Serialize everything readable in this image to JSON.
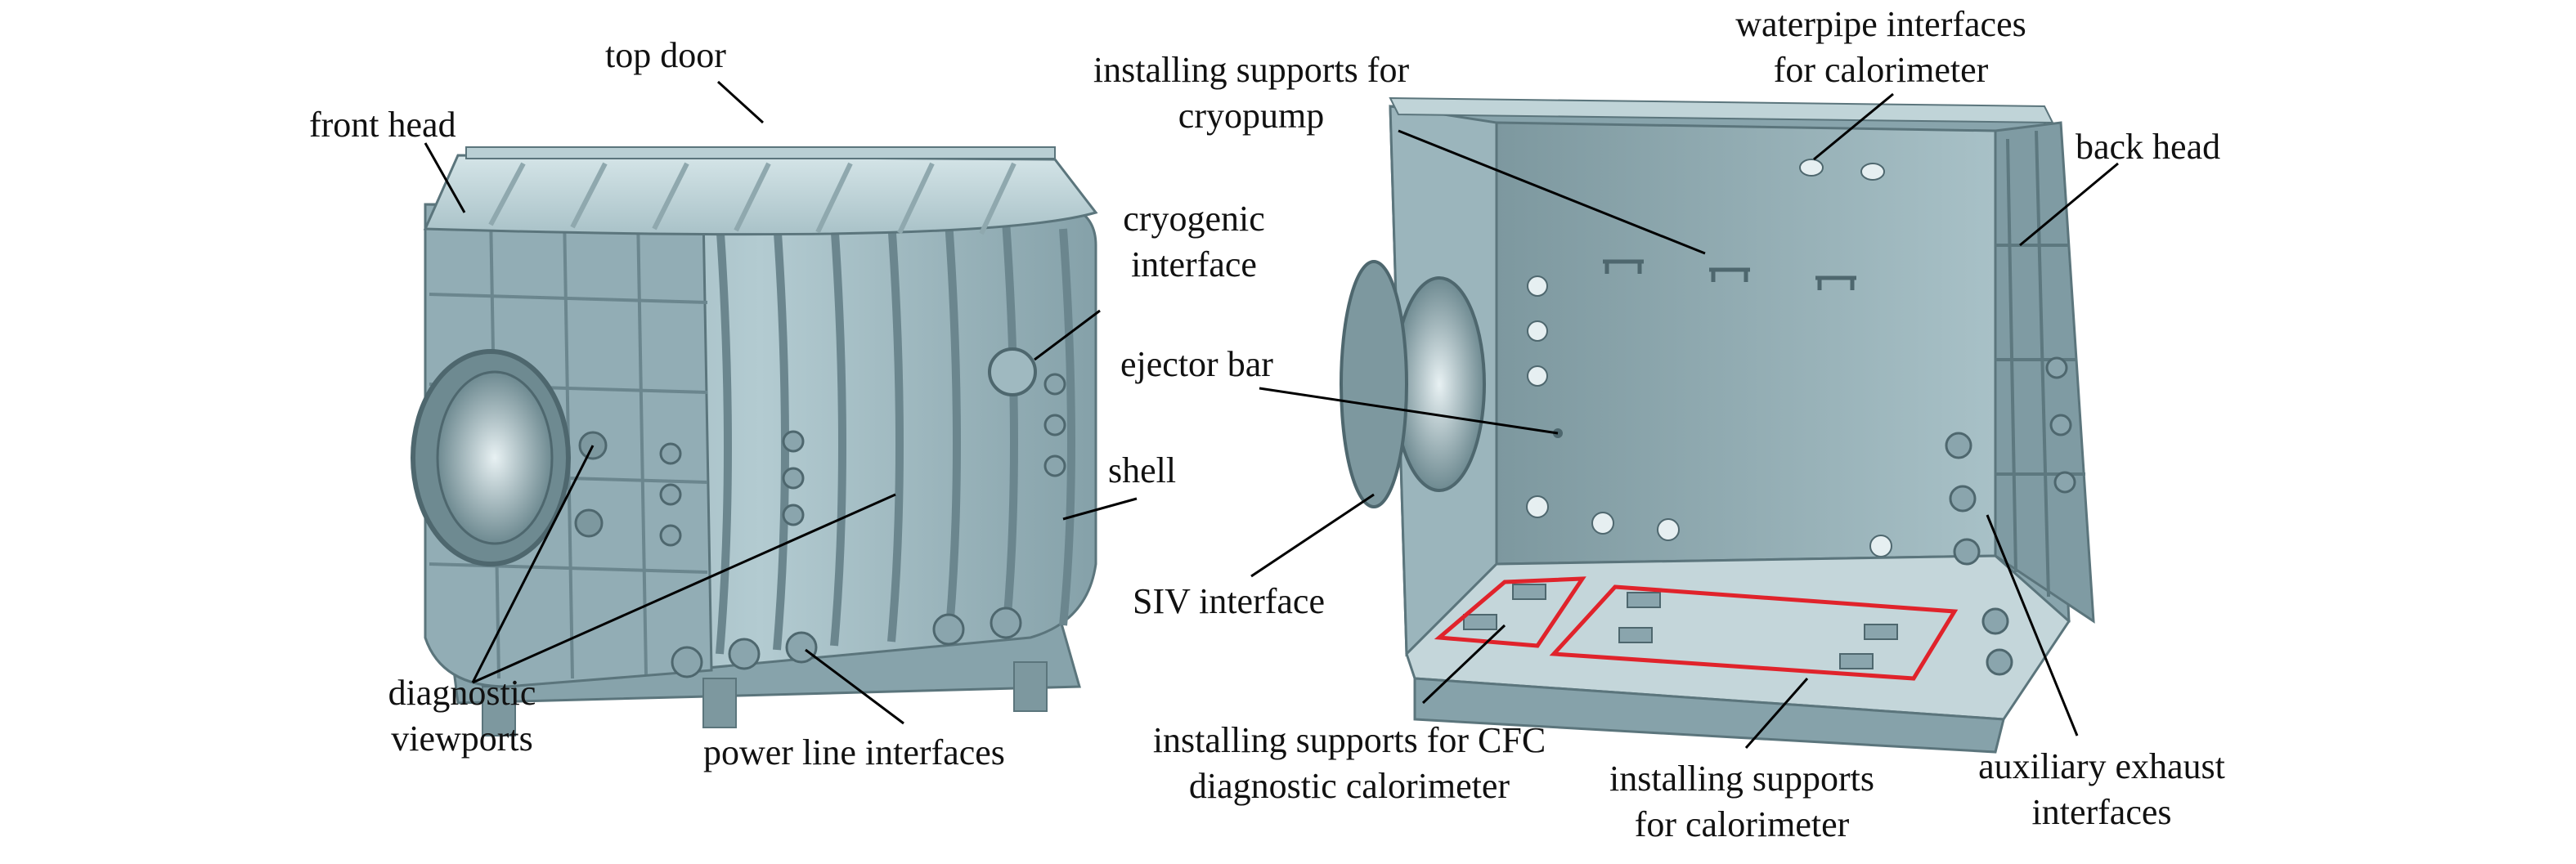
{
  "labels": {
    "top_door": "top door",
    "front_head": "front head",
    "cryogenic_interface": [
      "cryogenic",
      "interface"
    ],
    "shell": "shell",
    "diagnostic_viewports": [
      "diagnostic",
      "viewports"
    ],
    "power_line_interfaces": "power line interfaces",
    "installing_supports_cryopump": [
      "installing supports for",
      "cryopump"
    ],
    "waterpipe_interfaces": [
      "waterpipe interfaces",
      "for calorimeter"
    ],
    "back_head": "back head",
    "ejector_bar": "ejector bar",
    "siv_interface": "SIV interface",
    "installing_supports_cfc": [
      "installing supports for CFC",
      "diagnostic calorimeter"
    ],
    "installing_supports_calorimeter": [
      "installing supports",
      "for calorimeter"
    ],
    "auxiliary_exhaust": [
      "auxiliary exhaust",
      "interfaces"
    ]
  },
  "colors": {
    "body": "#9fb9c0",
    "body_dark": "#6f8c94",
    "body_light": "#c7dadf",
    "highlight": "#e0232b",
    "leader": "#000000"
  }
}
